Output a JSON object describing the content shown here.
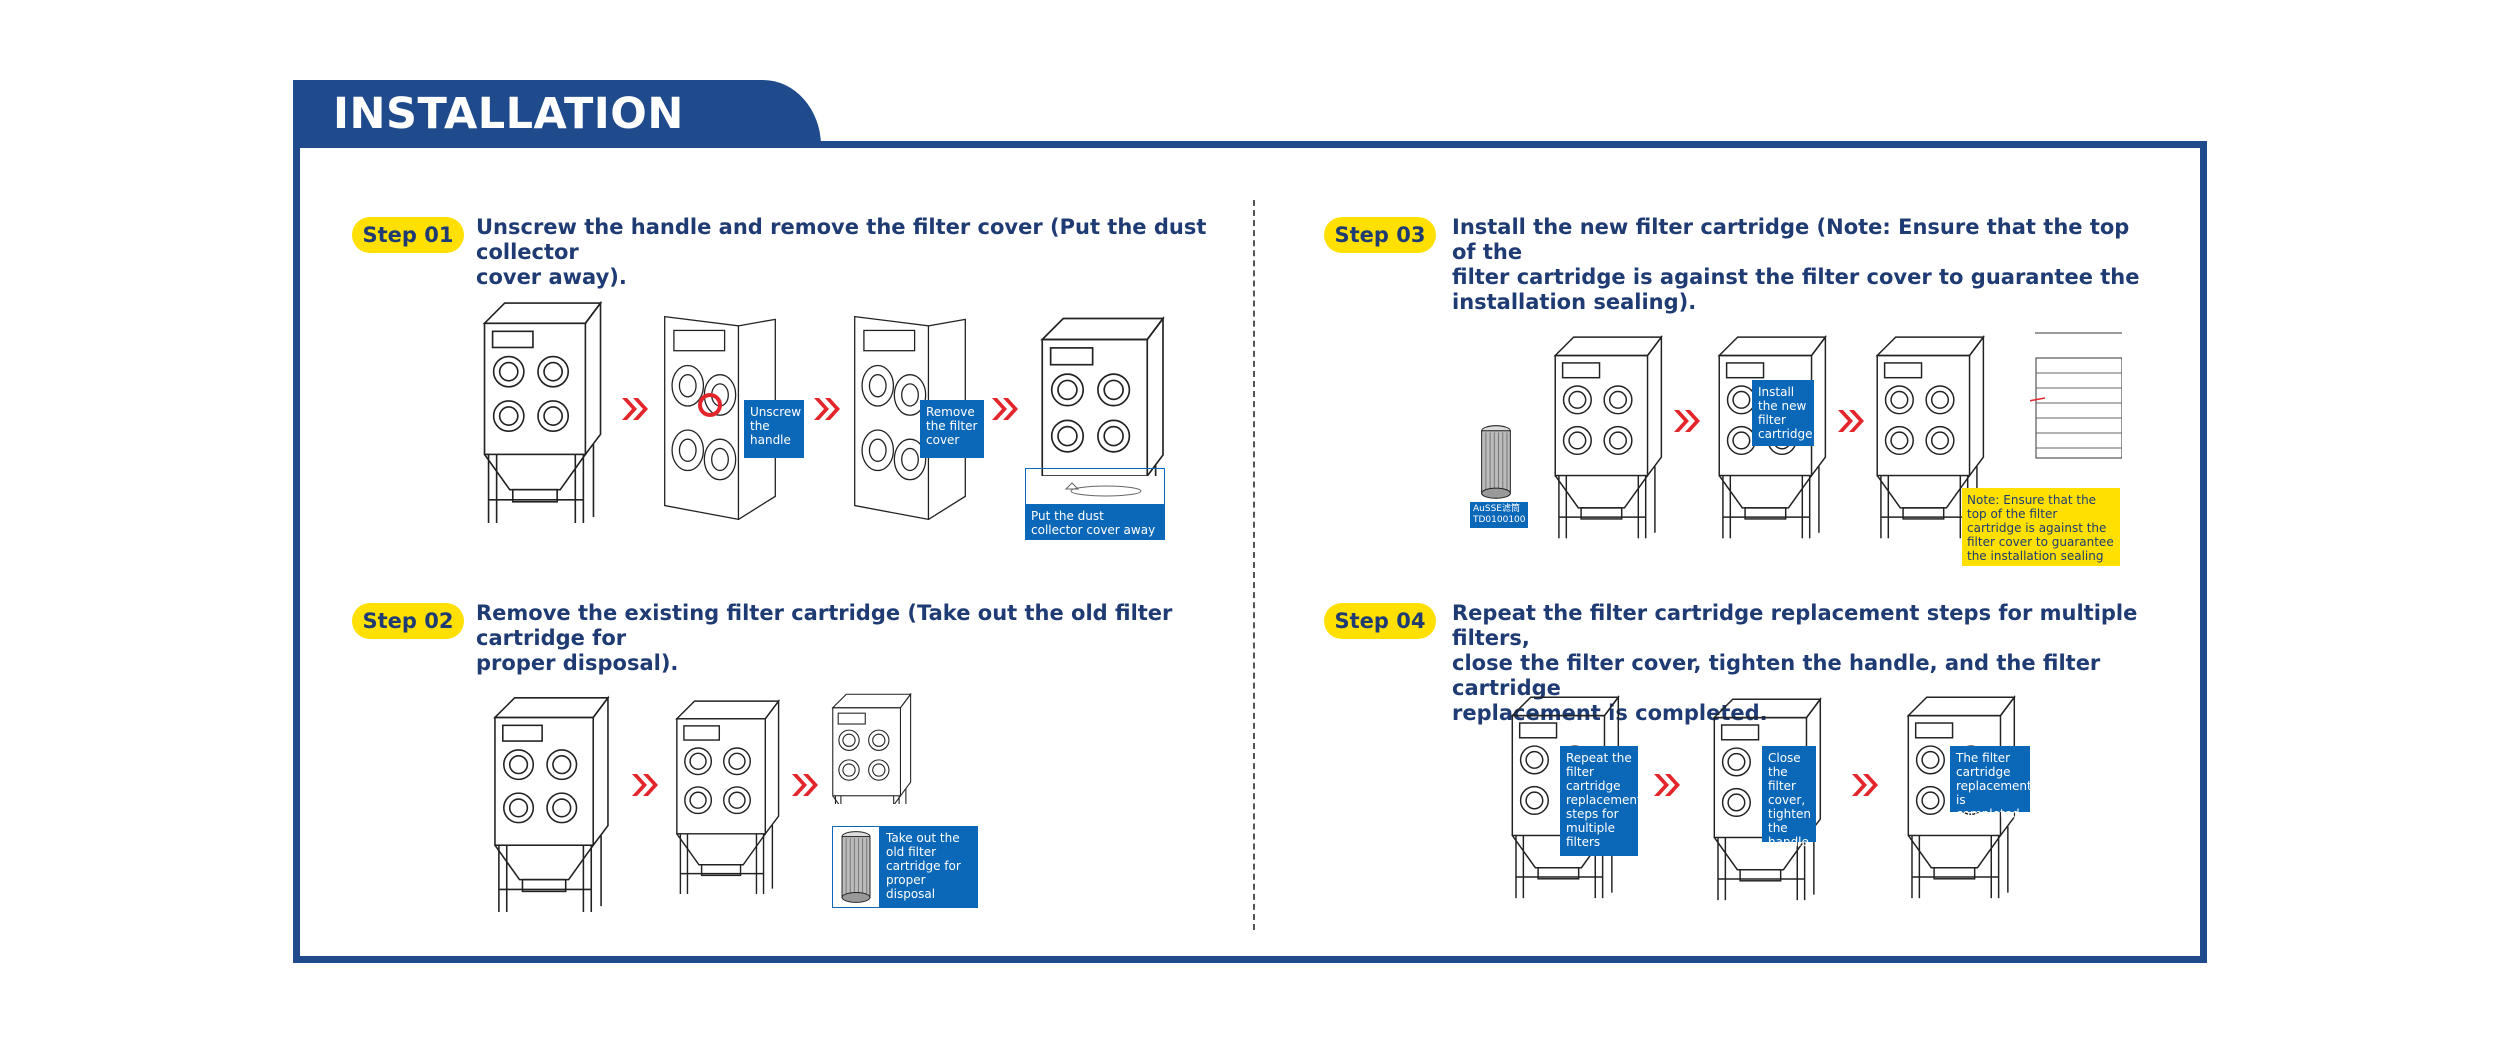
{
  "header": {
    "title": "INSTALLATION STEPS"
  },
  "steps": [
    {
      "badge": "Step 01",
      "heading_line1": "Unscrew the handle and remove the filter cover (Put the dust collector",
      "heading_line2": "cover away).",
      "callouts": [
        {
          "text": "Unscrew the handle"
        },
        {
          "text": "Remove the filter cover"
        },
        {
          "text": "Put the dust collector cover away"
        }
      ]
    },
    {
      "badge": "Step 02",
      "heading_line1": "Remove the existing filter cartridge (Take out the old filter cartridge for",
      "heading_line2": "proper disposal).",
      "callouts": [
        {
          "text": "Take out the old filter cartridge for proper disposal"
        }
      ]
    },
    {
      "badge": "Step 03",
      "heading_line1": "Install the new filter cartridge (Note: Ensure that the top of the",
      "heading_line2": "filter cartridge is against the filter cover to guarantee the",
      "heading_line3": "installation sealing).",
      "callouts": [
        {
          "text": "Install the new filter cartridge"
        }
      ],
      "part_label_line1": "AuSSE滤筒",
      "part_label_line2": "TD0100100",
      "note": "Note: Ensure that the top of the filter cartridge is against the filter cover to guarantee the installation sealing"
    },
    {
      "badge": "Step 04",
      "heading_line1": "Repeat the filter cartridge replacement steps for multiple filters,",
      "heading_line2": "close the filter cover, tighten the handle, and the filter cartridge",
      "heading_line3": "replacement is completed.",
      "callouts": [
        {
          "text": "Repeat the filter cartridge replacement steps for multiple filters"
        },
        {
          "text": "Close the filter cover, tighten the handle"
        },
        {
          "text": "The filter cartridge replacement is completed"
        }
      ]
    }
  ],
  "colors": {
    "brand_blue": "#1f4a8c",
    "callout_blue": "#0b67b8",
    "badge_yellow": "#ffe000",
    "arrow_red": "#e3262b"
  },
  "icons": [
    "double-chevron-right-icon",
    "dust-collector-illustration",
    "filter-cartridge-illustration"
  ]
}
